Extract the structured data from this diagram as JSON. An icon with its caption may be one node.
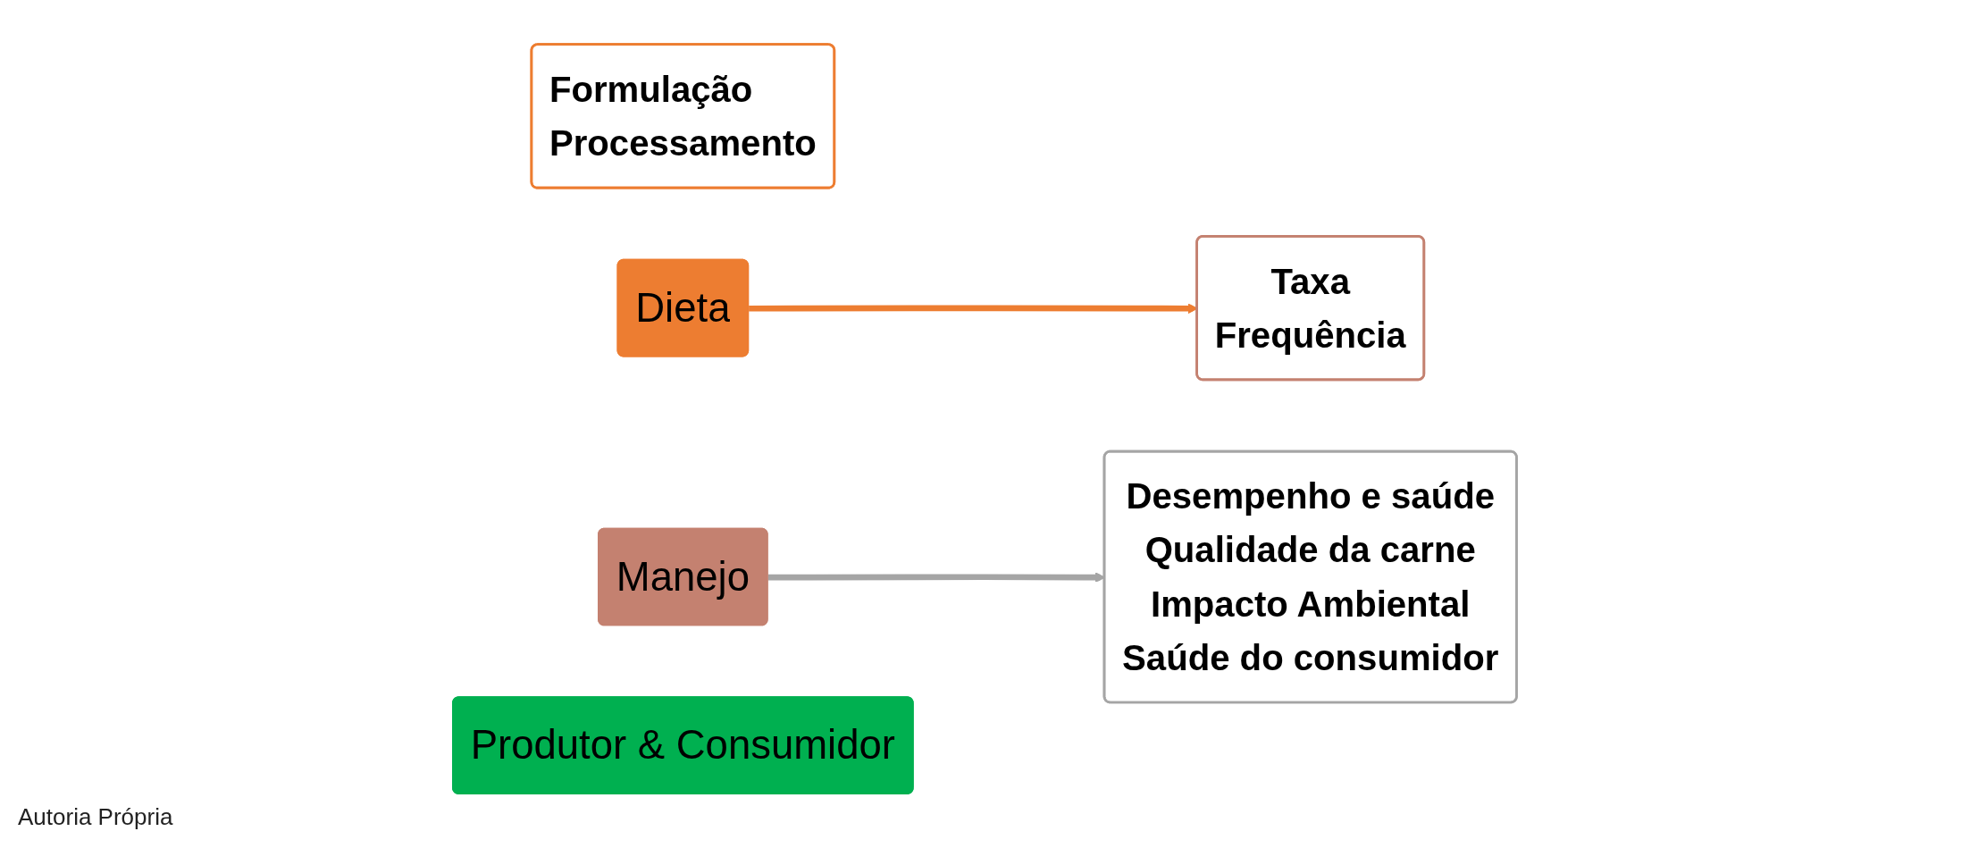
{
  "diagram": {
    "caption": "Autoria Própria",
    "nodes": [
      {
        "text": [
          "Formulação",
          "Processamento"
        ]
      },
      {
        "text": [
          "Dieta"
        ]
      },
      {
        "text": [
          "Manejo"
        ]
      },
      {
        "text": [
          "Taxa",
          "Frequência"
        ]
      },
      {
        "text": [
          "Desempenho e saúde",
          "Qualidade da carne",
          "Impacto Ambiental",
          "Saúde do consumidor"
        ]
      },
      {
        "text": [
          "Produtor & Consumidor"
        ]
      }
    ],
    "edges": [
      {
        "from": 1,
        "to": 3,
        "arrow": "to",
        "color": "#ed7d31"
      },
      {
        "from": 2,
        "to": 4,
        "arrow": "to",
        "color": "#a5a5a5"
      }
    ]
  }
}
